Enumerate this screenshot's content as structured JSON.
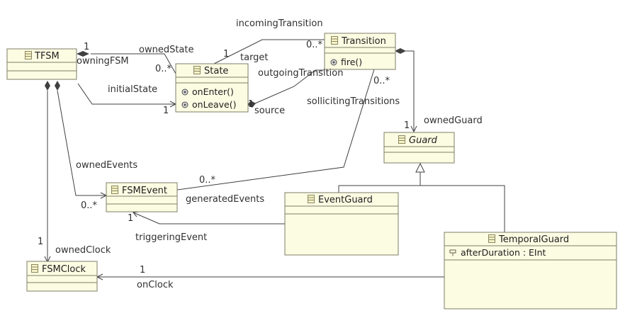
{
  "classes": {
    "tfsm": {
      "name": "TFSM"
    },
    "state": {
      "name": "State",
      "operations": [
        "onEnter()",
        "onLeave()"
      ]
    },
    "transition": {
      "name": "Transition",
      "operations": [
        "fire()"
      ]
    },
    "guard": {
      "name": "Guard"
    },
    "fsmevent": {
      "name": "FSMEvent"
    },
    "eventguard": {
      "name": "EventGuard"
    },
    "temporalguard": {
      "name": "TemporalGuard",
      "attributes": [
        "afterDuration : EInt"
      ]
    },
    "fsmclock": {
      "name": "FSMClock"
    }
  },
  "labels": {
    "incoming_transition": "incomingTransition",
    "target": "target",
    "target_mult": "1",
    "incoming_mult": "0..*",
    "owned_state": "ownedState",
    "owning_fsm": "owningFSM",
    "owning_fsm_mult": "1",
    "owned_state_mult": "0..*",
    "outgoing_transition": "outgoingTransition",
    "initial_state": "initialState",
    "initial_state_mult": "1",
    "source": "source",
    "source_mult": "1",
    "solliciting_mult": "0..*",
    "solliciting_transitions": "sollicitingTransitions",
    "owned_guard": "ownedGuard",
    "owned_guard_mult": "1",
    "owned_events": "ownedEvents",
    "generated_events_mult": "0..*",
    "generated_events": "generatedEvents",
    "owned_events_mult": "0..*",
    "triggering_event_mult": "1",
    "triggering_event": "triggeringEvent",
    "owned_clock_mult": "1",
    "owned_clock": "ownedClock",
    "on_clock_mult": "1",
    "on_clock": "onClock"
  }
}
